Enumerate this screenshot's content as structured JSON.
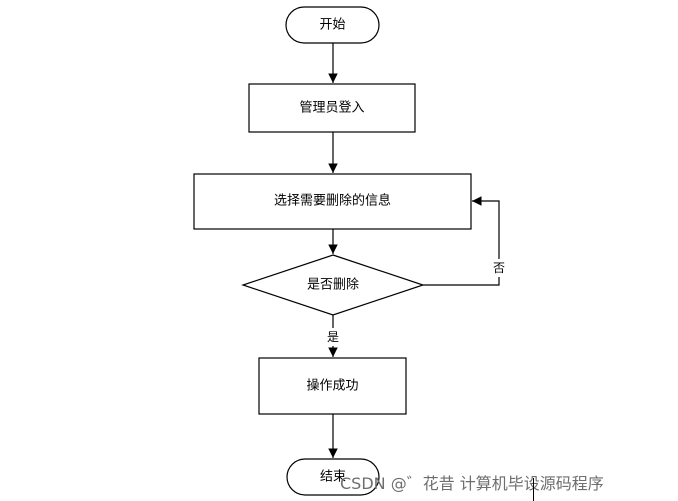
{
  "diagram": {
    "nodes": {
      "start": "开始",
      "login": "管理员登入",
      "select": "选择需要删除的信息",
      "decision": "是否删除",
      "success": "操作成功",
      "end": "结束"
    },
    "edges": {
      "yes": "是",
      "no": "否"
    }
  },
  "watermark": "CSDN @゛花昔  计算机毕设源码程序"
}
